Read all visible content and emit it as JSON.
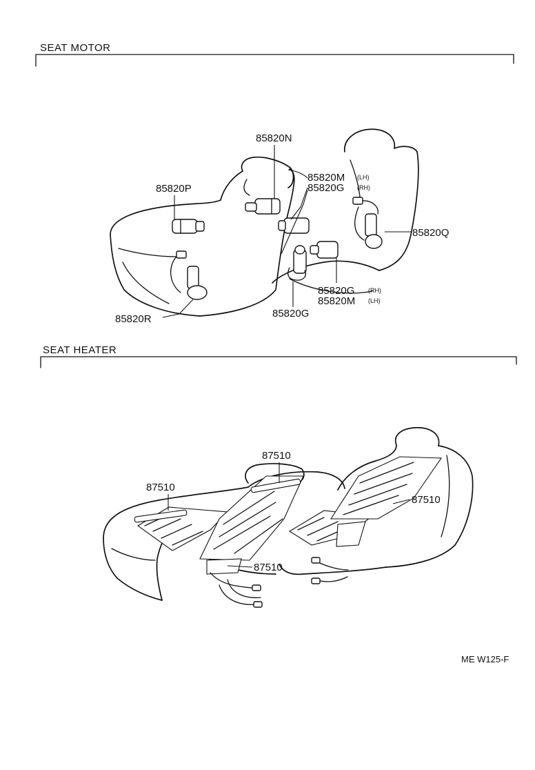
{
  "sections": {
    "seat_motor": {
      "title": "SEAT  MOTOR",
      "parts": {
        "p": "85820P",
        "n": "85820N",
        "m_lh": "85820M",
        "m_lh_note": "(LH)",
        "g_rh": "85820G",
        "g_rh_note": "(RH)",
        "q": "85820Q",
        "r": "85820R",
        "g": "85820G",
        "g_rh_2": "85820G",
        "g_rh_2_note": "(RH)",
        "m_lh_2": "85820M",
        "m_lh_2_note": "(LH)"
      }
    },
    "seat_heater": {
      "title": "SEAT  HEATER",
      "parts": {
        "top": "87510",
        "left": "87510",
        "right": "87510",
        "bottom": "87510"
      }
    }
  },
  "reference": "ME  W125-F"
}
